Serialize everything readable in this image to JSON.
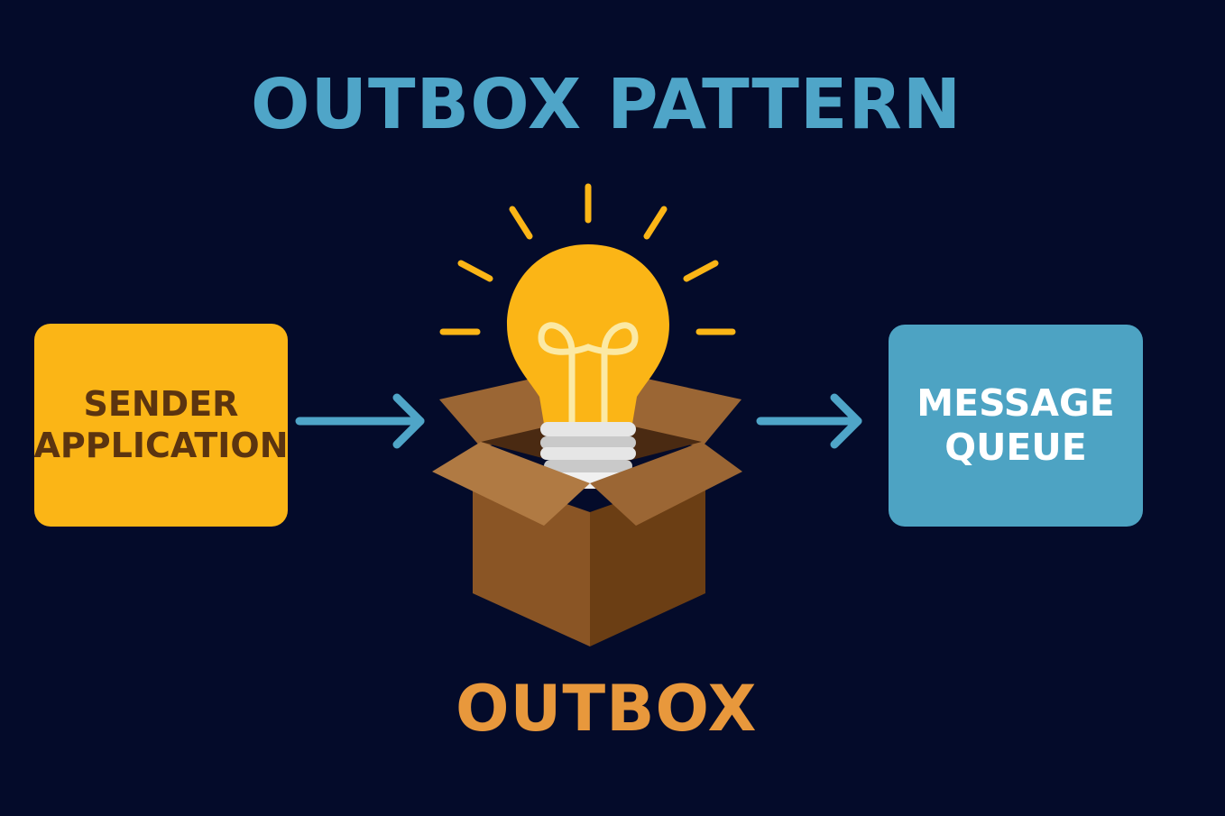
{
  "title": "OUTBOX PATTERN",
  "nodes": {
    "sender": {
      "line1": "SENDER",
      "line2": "APPLICATION"
    },
    "queue": {
      "line1": "MESSAGE",
      "line2": "QUEUE"
    },
    "outbox": {
      "label": "OUTBOX"
    }
  },
  "icons": {
    "center": "lightbulb-in-box-icon",
    "arrow_left": "arrow-right-icon",
    "arrow_right": "arrow-right-icon"
  },
  "colors": {
    "background": "#040b2a",
    "title": "#4fa5c8",
    "sender_fill": "#fbb516",
    "sender_text": "#5b3410",
    "queue_fill": "#4da3c3",
    "queue_text": "#ffffff",
    "arrow": "#4fa5c8",
    "outbox_label": "#e8983c"
  }
}
